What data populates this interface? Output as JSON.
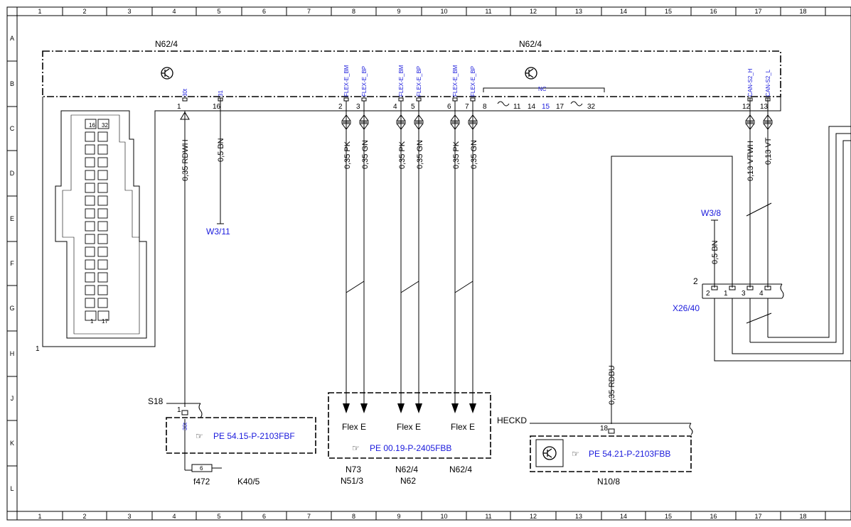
{
  "grid": {
    "columns": [
      "1",
      "2",
      "3",
      "4",
      "5",
      "6",
      "7",
      "8",
      "9",
      "10",
      "11",
      "12",
      "13",
      "14",
      "15",
      "16",
      "17",
      "18"
    ],
    "rows": [
      "A",
      "B",
      "C",
      "D",
      "E",
      "F",
      "G",
      "H",
      "J",
      "K",
      "L"
    ]
  },
  "module": {
    "label_left": "N62/4",
    "label_right": "N62/4",
    "pins_top": [
      {
        "id": "p30t",
        "sig": "30t",
        "num": "1"
      },
      {
        "id": "p31",
        "sig": "31",
        "num": "16"
      },
      {
        "id": "p2",
        "sig": "FLEX-E_BM",
        "num": "2"
      },
      {
        "id": "p3",
        "sig": "FLEX-E_BP",
        "num": "3"
      },
      {
        "id": "p4",
        "sig": "FLEX-E_BM",
        "num": "4"
      },
      {
        "id": "p5",
        "sig": "FLEX-E_BP",
        "num": "5"
      },
      {
        "id": "p6",
        "sig": "FLEX-E_BM",
        "num": "6"
      },
      {
        "id": "p7",
        "sig": "FLEX-E_BP",
        "num": "7"
      },
      {
        "id": "p12",
        "sig": "CAN-S2_H",
        "num": "12"
      },
      {
        "id": "p13",
        "sig": "CAN-S2_L",
        "num": "13"
      }
    ],
    "nc_label": "NC",
    "nc_pins": [
      "8",
      "11",
      "14",
      "15",
      "17",
      "32"
    ]
  },
  "connector": {
    "top_left": "16",
    "top_right": "32",
    "bottom_left": "1",
    "bottom_right": "17",
    "corner_label": "1"
  },
  "wires": {
    "w1": "0,35 RDWH",
    "w16": "0,5 BN",
    "w2": "0,35 PK",
    "w3": "0,35 GN",
    "w4": "0,35 PK",
    "w5": "0,35 GN",
    "w6": "0,35 PK",
    "w7": "0,35 GN",
    "w12": "0,13 VTWH",
    "w13": "0,13 VT",
    "w_bn2": "0,5 BN",
    "w_rdbu": "0,35 RDBU"
  },
  "refs": {
    "w311": "W3/11",
    "w38": "W3/8",
    "x2640": "X26/40",
    "s18": "S18",
    "f472": "f472",
    "k405": "K40/5",
    "heckd": "HECKD",
    "n108": "N10/8"
  },
  "x26": {
    "label": "2",
    "pins": [
      "2",
      "1",
      "3",
      "4"
    ]
  },
  "boxes": {
    "pe1": "PE 54.15-P-2103FBF",
    "pe2": "PE 00.19-P-2405FBB",
    "pe3": "PE 54.21-P-2103FBB",
    "flex": [
      "Flex E",
      "Flex E",
      "Flex E"
    ],
    "bottom_top": [
      "N73",
      "N62/4",
      "N62/4"
    ],
    "bottom_bot": [
      "N51/3",
      "N62"
    ]
  },
  "s18_pin": "1",
  "s18_sig": "30t",
  "fuse": "6",
  "heckd_pin": "18"
}
